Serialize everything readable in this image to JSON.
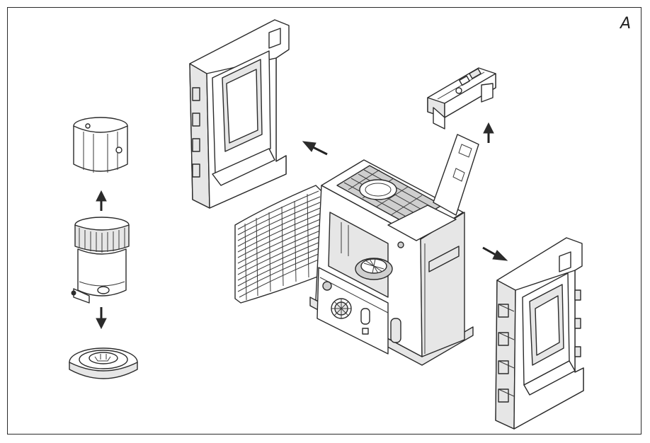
{
  "figure": {
    "panel_label": "A"
  },
  "parts": [
    "burner-top-cap",
    "burner-assembly",
    "burner-base-ring",
    "left-side-panel",
    "fan-grille",
    "heater-body",
    "control-module",
    "right-side-panel"
  ],
  "arrows": [
    {
      "part": "burner-top-cap",
      "direction": "up"
    },
    {
      "part": "burner-base-ring",
      "direction": "down"
    },
    {
      "part": "left-side-panel",
      "direction": "up-left"
    },
    {
      "part": "control-module",
      "direction": "up"
    },
    {
      "part": "right-side-panel",
      "direction": "down-right"
    }
  ],
  "colors": {
    "line": "#2b2b2b",
    "fill_light": "#e6e6e6",
    "fill_dark": "#cfcfcf",
    "background": "#ffffff"
  }
}
